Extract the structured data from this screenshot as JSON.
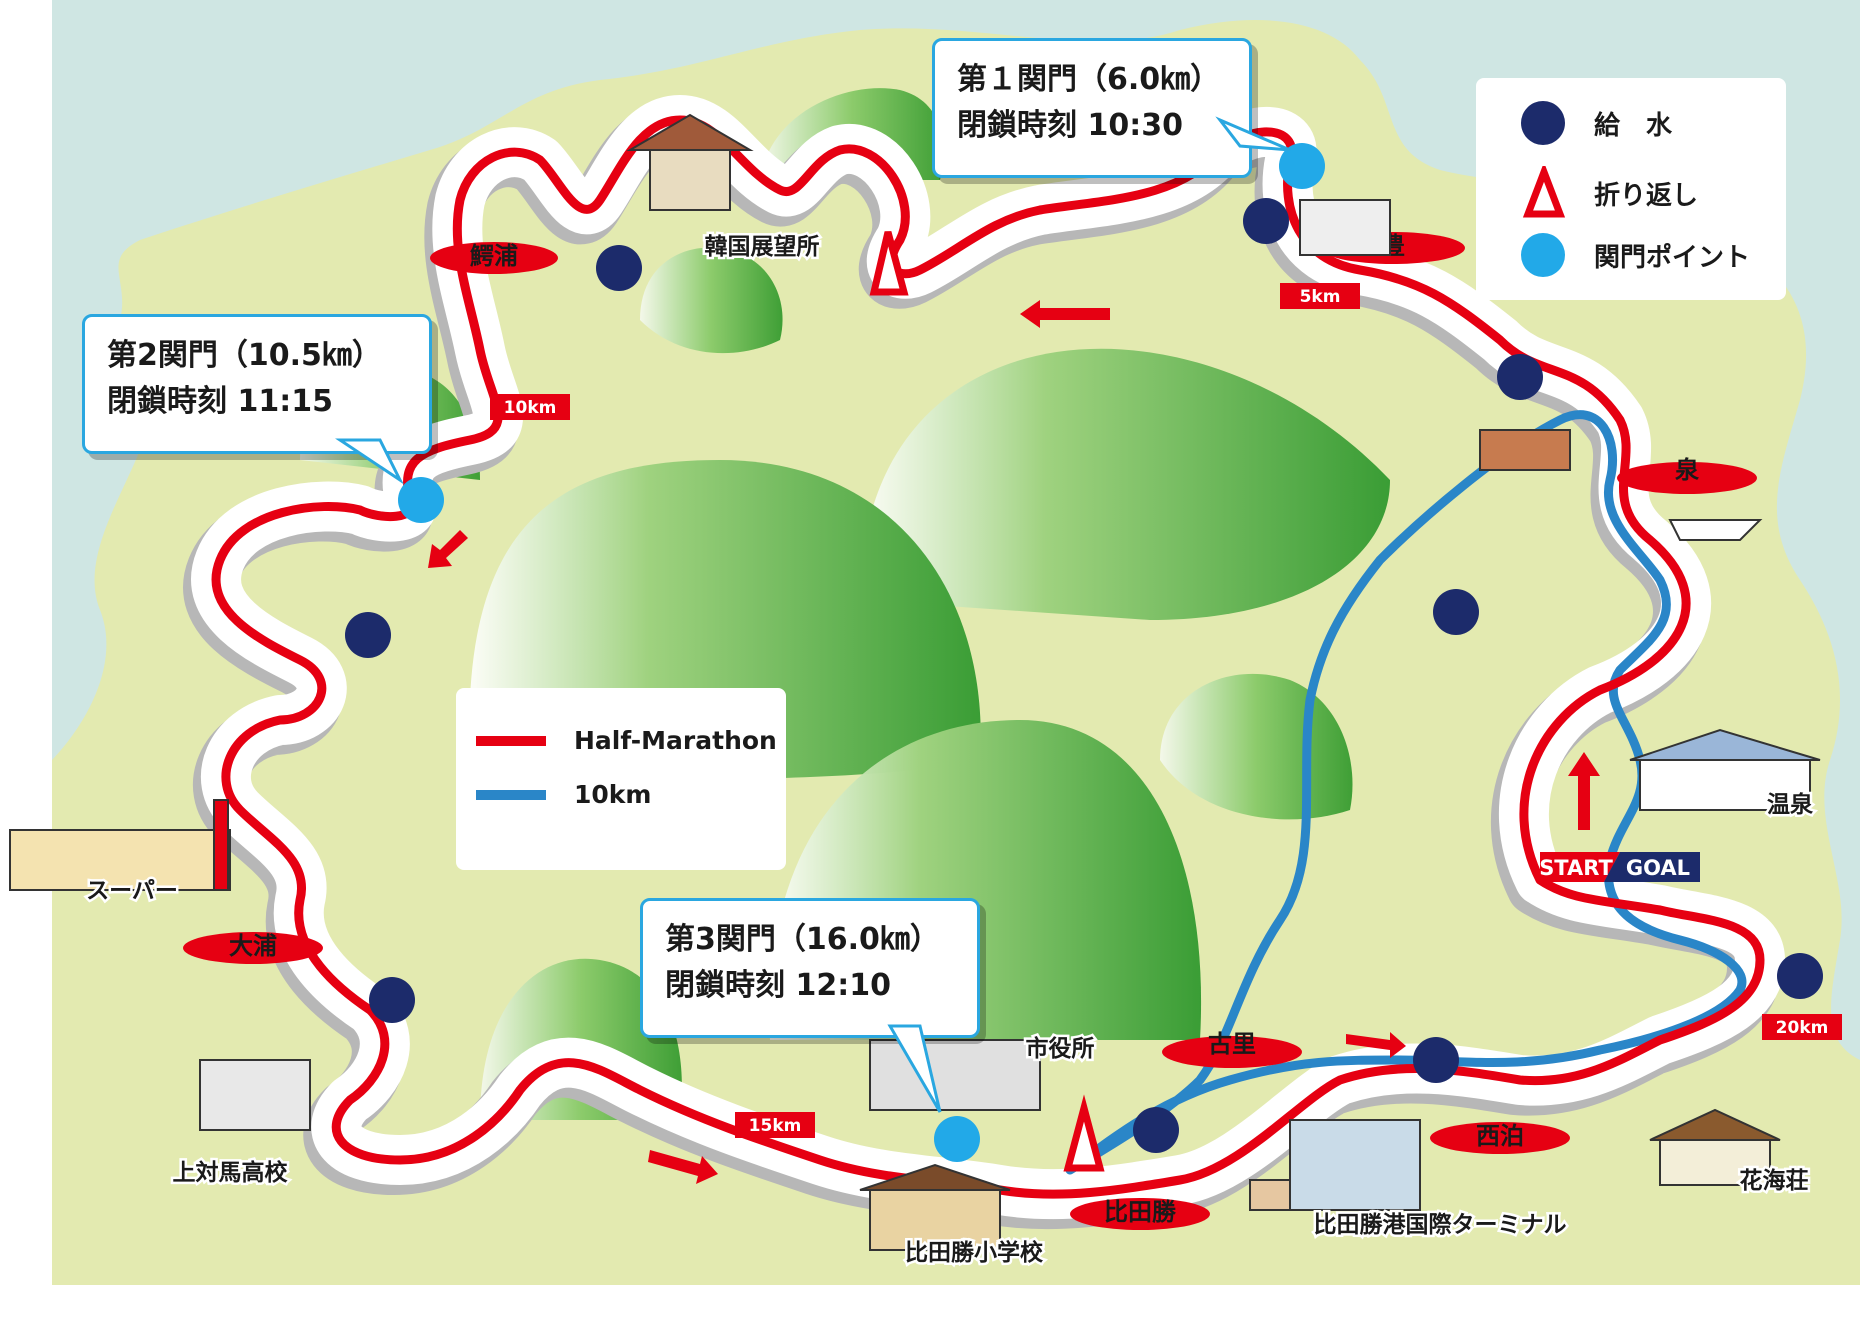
{
  "callouts": [
    {
      "id": "gate1",
      "title": "第１関門（6.0㎞）",
      "close": "閉鎖時刻 10:30"
    },
    {
      "id": "gate2",
      "title": "第2関門（10.5㎞）",
      "close": "閉鎖時刻 11:15"
    },
    {
      "id": "gate3",
      "title": "第3関門（16.0㎞）",
      "close": "閉鎖時刻 12:10"
    }
  ],
  "legend_symbols": {
    "water": "給　水",
    "turnaround": "折り返し",
    "checkpoint": "関門ポイント"
  },
  "legend_courses": {
    "half": "Half-Marathon",
    "tenk": "10km"
  },
  "distance_markers": {
    "km5": "5km",
    "km10": "10km",
    "km15": "15km",
    "km20": "20km"
  },
  "place_labels": {
    "wani": "鰐浦",
    "toyo": "豊",
    "izumi": "泉",
    "oura": "大浦",
    "furusato": "古里",
    "nishidomari": "西泊",
    "hitakatsu": "比田勝"
  },
  "landmarks": {
    "korea_obs": "韓国展望所",
    "super": "スーパー",
    "school_high": "上対馬高校",
    "cityhall": "市役所",
    "school_elem": "比田勝小学校",
    "terminal": "比田勝港国際ターミナル",
    "onsen": "温泉",
    "kaiso": "花海荘"
  },
  "start_goal": {
    "start": "START",
    "goal": "GOAL"
  },
  "colors": {
    "sea": "#cfe6e3",
    "land": "#e3eab0",
    "hill": "#5fb545",
    "half_course": "#e60012",
    "tenk_course": "#2a86c8",
    "water_dot": "#1c2b6b",
    "checkpoint_dot": "#22a9e8"
  }
}
